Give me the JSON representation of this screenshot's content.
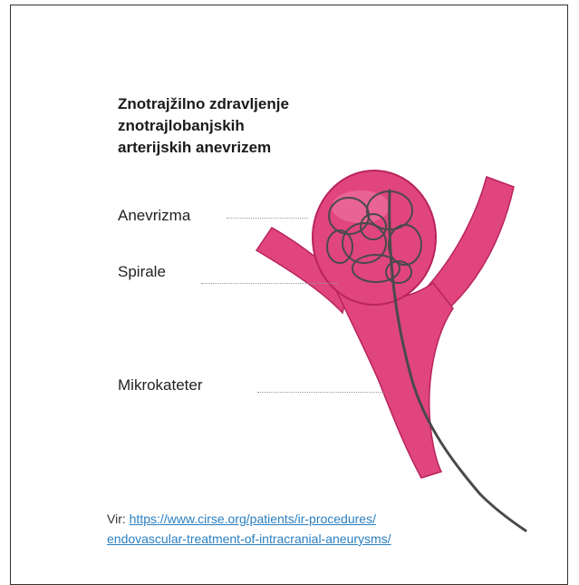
{
  "title": {
    "line1": "Znotrajžilno zdravljenje",
    "line2": "znotrajlobanjskih",
    "line3": "arterijskih anevrizem"
  },
  "labels": {
    "aneurysm": "Anevrizma",
    "coils": "Spirale",
    "microcatheter": "Mikrokateter"
  },
  "source": {
    "prefix": "Vir:",
    "link_line1": "https://www.cirse.org/patients/ir-procedures/",
    "link_line2": "endovascular-treatment-of-intracranial-aneurysms/"
  },
  "colors": {
    "vessel": "#e0457e",
    "vessel_outline": "#b8245c",
    "catheter": "#4a4a4a",
    "link": "#2a7fc1"
  }
}
